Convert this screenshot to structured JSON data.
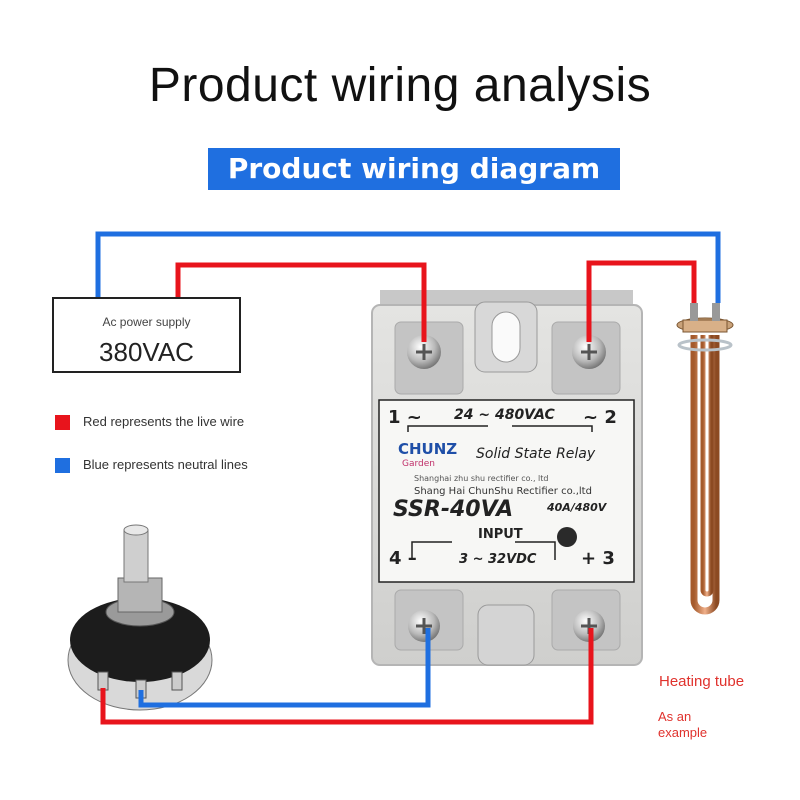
{
  "title": "Product wiring analysis",
  "subtitle": "Product wiring diagram",
  "power_supply": {
    "label": "Ac power supply",
    "value": "380VAC"
  },
  "legend": [
    {
      "color": "#e8141c",
      "text": "Red represents the live wire"
    },
    {
      "color": "#1f6fe0",
      "text": "Blue represents neutral lines"
    }
  ],
  "relay": {
    "terminal_1": "1 ~",
    "voltage_ac": "24 ~ 480VAC",
    "terminal_2": "~ 2",
    "brand": "CHUNZ",
    "brand_sub": "Garden",
    "type": "Solid State Relay",
    "maker_line1": "Shanghai zhu shu rectifier co., ltd",
    "maker_line2": "Shang Hai ChunShu Rectifier co.,ltd",
    "model": "SSR-40VA",
    "rating": "40A/480V",
    "input_label": "INPUT",
    "terminal_4": "4 –",
    "voltage_dc": "3 ~ 32VDC",
    "terminal_3": "+ 3"
  },
  "heater": {
    "label": "Heating tube",
    "note": "As an example"
  },
  "colors": {
    "live": "#e8141c",
    "neutral": "#1f6fe0",
    "accent": "#1f6fe0"
  }
}
